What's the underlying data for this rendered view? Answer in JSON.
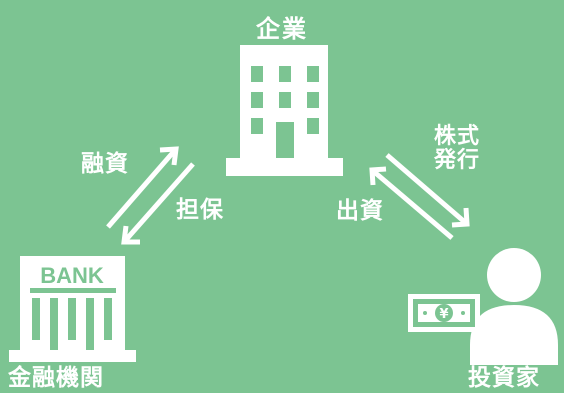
{
  "colors": {
    "background": "#7cc492",
    "foreground": "#ffffff",
    "money_accent": "#7cc492"
  },
  "nodes": {
    "company": {
      "label": "企業",
      "icon": "office-building-icon"
    },
    "bank": {
      "label": "金融機関",
      "sign": "BANK",
      "icon": "bank-icon"
    },
    "investor": {
      "label": "投資家",
      "icon": "person-icon",
      "money_icon": "yen-banknote-icon",
      "currency_symbol": "¥"
    }
  },
  "edges": {
    "bank_company": {
      "to_company": "融資",
      "to_bank": "担保"
    },
    "company_investor": {
      "to_investor_line1": "株式",
      "to_investor_line2": "発行",
      "to_company": "出資"
    }
  }
}
